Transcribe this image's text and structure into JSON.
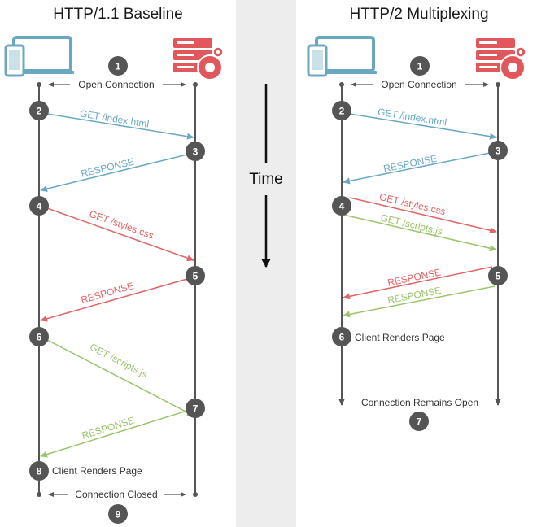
{
  "colors": {
    "blue": "#6aa8c2",
    "red": "#e06566",
    "green": "#9cc46c",
    "dark": "#555555",
    "middle_band": "#ededed",
    "device": "#6aa8c2",
    "server": "#e2575c"
  },
  "time_label": "Time",
  "left": {
    "title": "HTTP/1.1 Baseline",
    "open_label": "Open Connection",
    "close_label": "Connection Closed",
    "render_label": "Client Renders Page",
    "steps": [
      "1",
      "2",
      "3",
      "4",
      "5",
      "6",
      "7",
      "8",
      "9"
    ],
    "messages": [
      {
        "text": "GET /index.html",
        "color": "blue"
      },
      {
        "text": "RESPONSE",
        "color": "blue"
      },
      {
        "text": "GET /styles.css",
        "color": "red"
      },
      {
        "text": "RESPONSE",
        "color": "red"
      },
      {
        "text": "GET /scripts.js",
        "color": "green"
      },
      {
        "text": "RESPONSE",
        "color": "green"
      }
    ]
  },
  "right": {
    "title": "HTTP/2 Multiplexing",
    "open_label": "Open Connection",
    "remain_label": "Connection Remains Open",
    "render_label": "Client Renders Page",
    "steps": [
      "1",
      "2",
      "3",
      "4",
      "5",
      "6",
      "7"
    ],
    "messages": [
      {
        "text": "GET /index.html",
        "color": "blue"
      },
      {
        "text": "RESPONSE",
        "color": "blue"
      },
      {
        "text": "GET /styles.css",
        "color": "red"
      },
      {
        "text": "GET /scripts.js",
        "color": "green"
      },
      {
        "text": "RESPONSE",
        "color": "red"
      },
      {
        "text": "RESPONSE",
        "color": "green"
      }
    ]
  }
}
